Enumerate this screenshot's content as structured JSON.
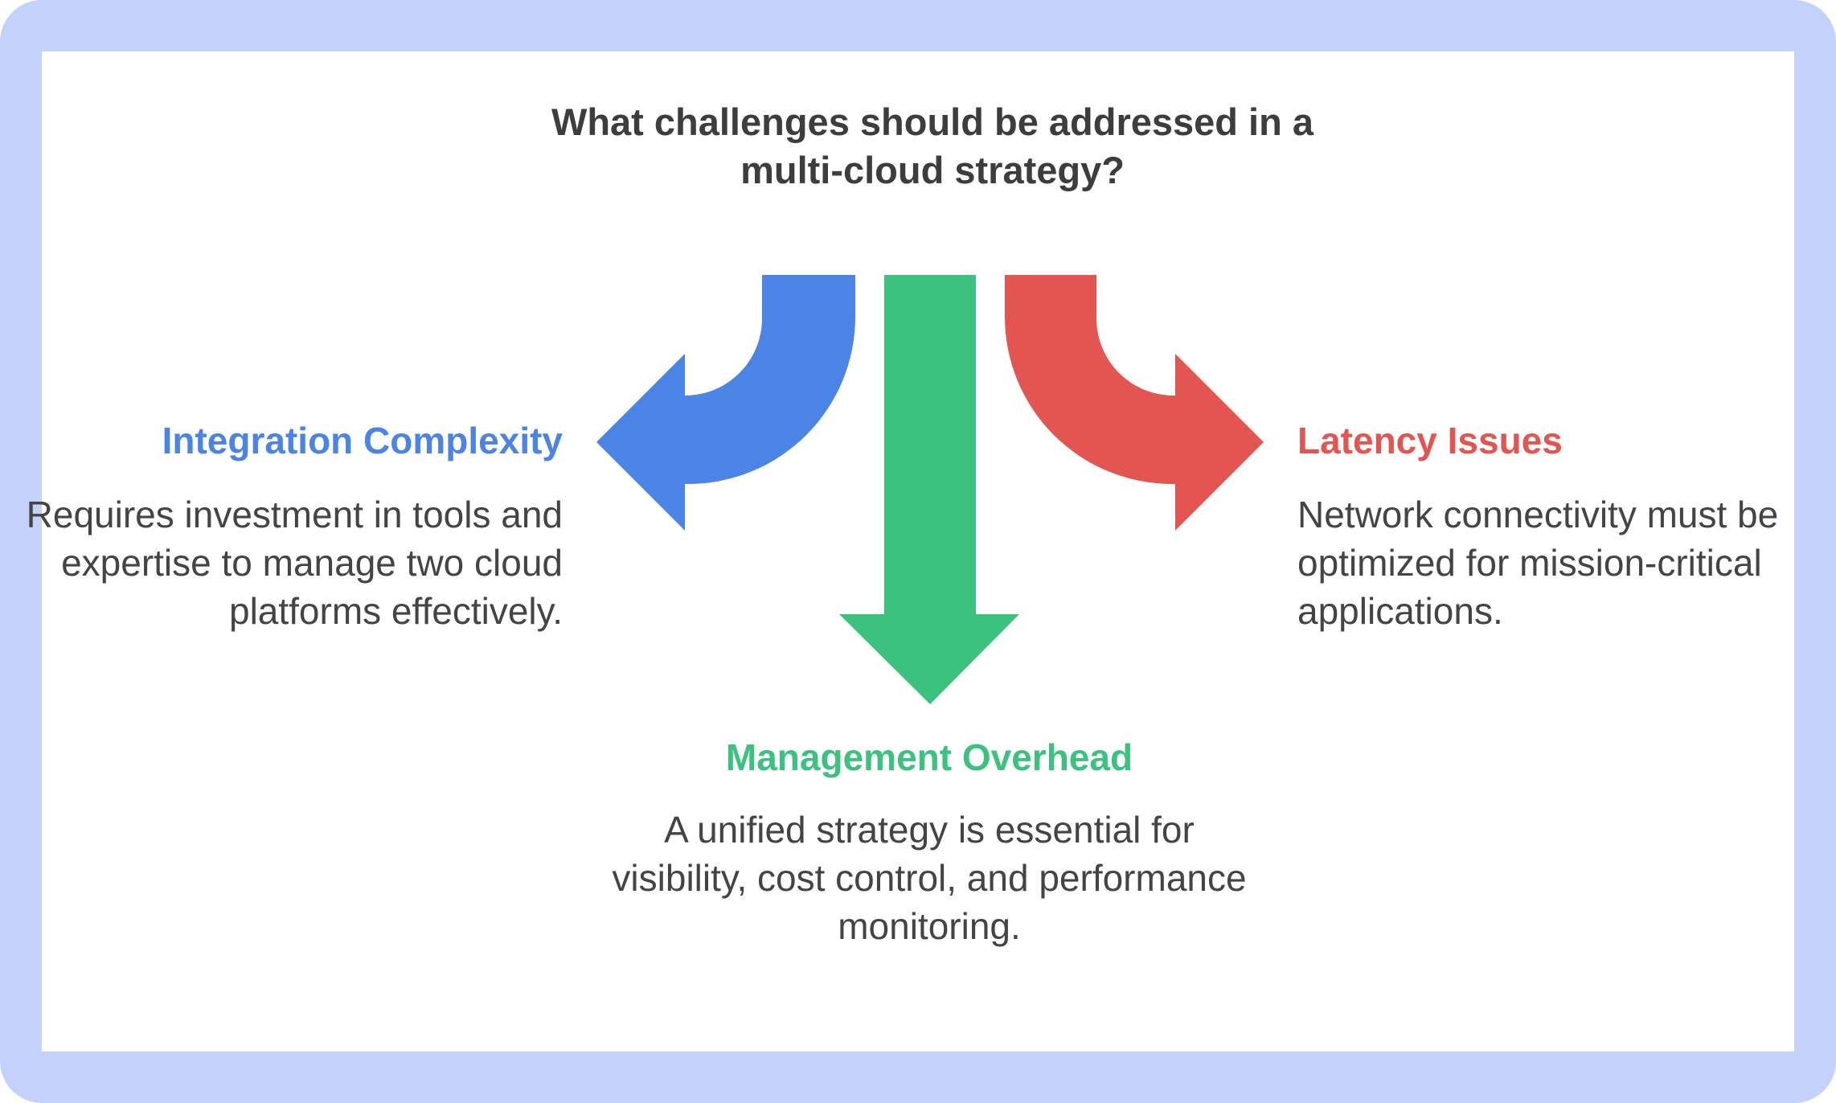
{
  "title": "What challenges should be addressed in a multi-cloud strategy?",
  "colors": {
    "frame": "#c4d1fb",
    "blue": "#4b84e4",
    "green": "#3cc27f",
    "red": "#e35551",
    "text": "#444444"
  },
  "branches": {
    "left": {
      "heading": "Integration Complexity",
      "description": "Requires investment in tools and expertise to manage two cloud platforms effectively."
    },
    "middle": {
      "heading": "Management Overhead",
      "description": "A unified strategy is essential for visibility, cost control, and performance monitoring."
    },
    "right": {
      "heading": "Latency Issues",
      "description": "Network connectivity must be optimized for mission-critical applications."
    }
  }
}
